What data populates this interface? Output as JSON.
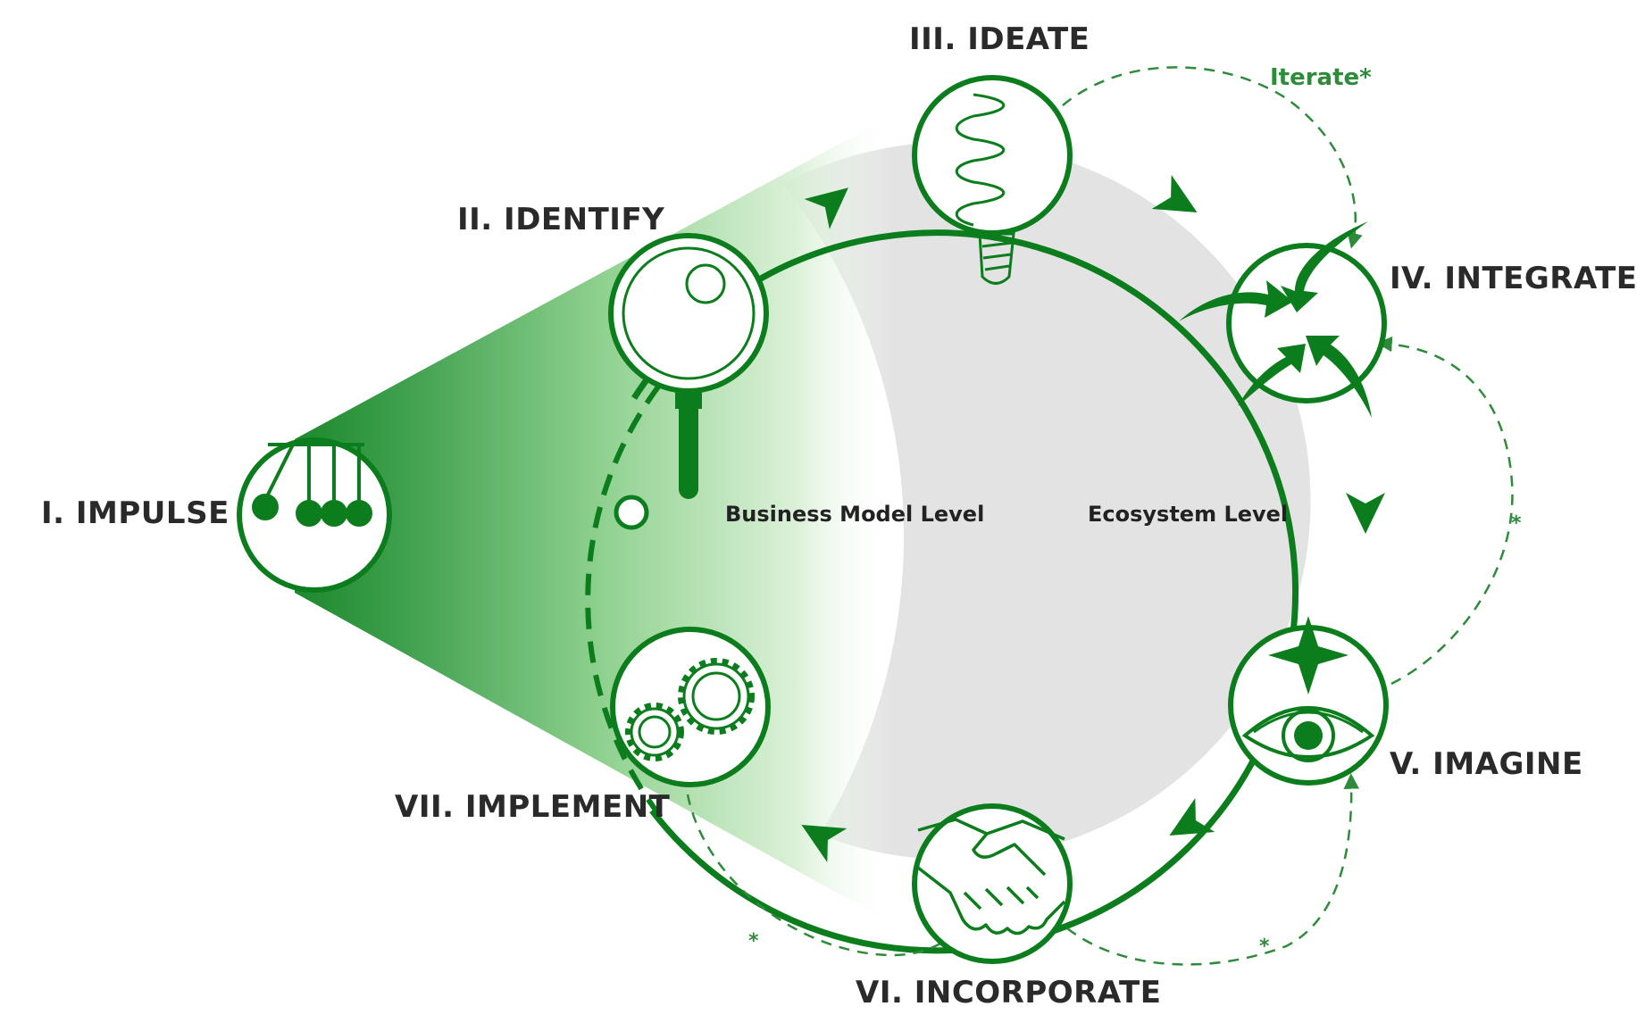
{
  "colors": {
    "primary_green": "#0c7d1c",
    "dashed_green": "#2e8b3a",
    "ecosystem_gray": "#e3e3e3",
    "label_text": "#2a2a2a"
  },
  "phases": [
    {
      "id": "impulse",
      "label": "I. IMPULSE",
      "icon": "newtons-cradle-icon"
    },
    {
      "id": "identify",
      "label": "II. IDENTIFY",
      "icon": "magnifier-icon"
    },
    {
      "id": "ideate",
      "label": "III. IDEATE",
      "icon": "lightbulb-icon"
    },
    {
      "id": "integrate",
      "label": "IV. INTEGRATE",
      "icon": "converging-arrows-icon"
    },
    {
      "id": "imagine",
      "label": "V. IMAGINE",
      "icon": "eye-star-icon"
    },
    {
      "id": "incorporate",
      "label": "VI. INCORPORATE",
      "icon": "handshake-icon"
    },
    {
      "id": "implement",
      "label": "VII. IMPLEMENT",
      "icon": "gears-icon"
    }
  ],
  "levels": {
    "business_model": "Business Model Level",
    "ecosystem": "Ecosystem Level"
  },
  "annotations": {
    "iterate": "Iterate*",
    "star": "*"
  }
}
